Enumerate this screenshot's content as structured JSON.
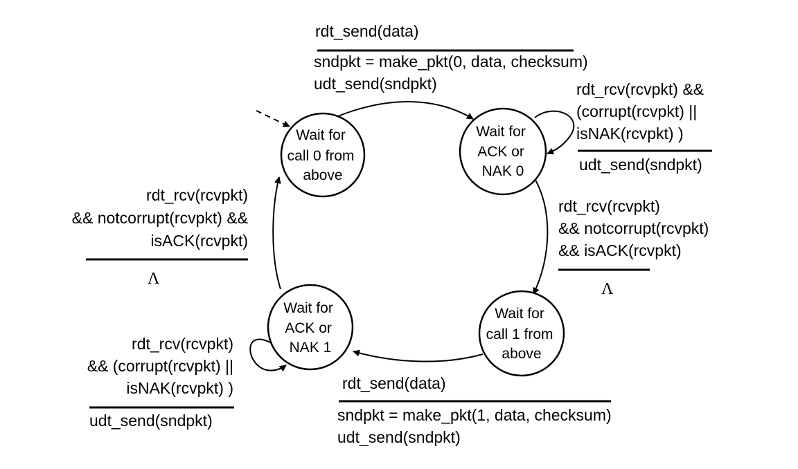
{
  "states": {
    "s0": [
      "Wait for",
      "call 0 from",
      "above"
    ],
    "s1": [
      "Wait for",
      "ACK or",
      "NAK 0"
    ],
    "s2": [
      "Wait for",
      "call 1 from",
      "above"
    ],
    "s3": [
      "Wait for",
      "ACK or",
      "NAK 1"
    ]
  },
  "transitions": {
    "t0_1": {
      "event": [
        "rdt_send(data)"
      ],
      "actions": [
        "sndpkt = make_pkt(0, data, checksum)",
        "udt_send(sndpkt)"
      ]
    },
    "t1_self": {
      "event": [
        "rdt_rcv(rcvpkt) &&",
        "(corrupt(rcvpkt) ||",
        "isNAK(rcvpkt) )"
      ],
      "actions": [
        "udt_send(sndpkt)"
      ]
    },
    "t1_2": {
      "event": [
        "rdt_rcv(rcvpkt)",
        "&& notcorrupt(rcvpkt)",
        "&& isACK(rcvpkt)"
      ],
      "actions": [
        "Λ"
      ]
    },
    "t2_3": {
      "event": [
        "rdt_send(data)"
      ],
      "actions": [
        "sndpkt = make_pkt(1, data, checksum)",
        "udt_send(sndpkt)"
      ]
    },
    "t3_self": {
      "event": [
        "rdt_rcv(rcvpkt)",
        "&& (corrupt(rcvpkt) ||",
        "isNAK(rcvpkt) )"
      ],
      "actions": [
        "udt_send(sndpkt)"
      ]
    },
    "t3_0": {
      "event": [
        "rdt_rcv(rcvpkt)",
        "&& notcorrupt(rcvpkt) &&",
        "isACK(rcvpkt)"
      ],
      "actions": [
        "Λ"
      ]
    }
  }
}
